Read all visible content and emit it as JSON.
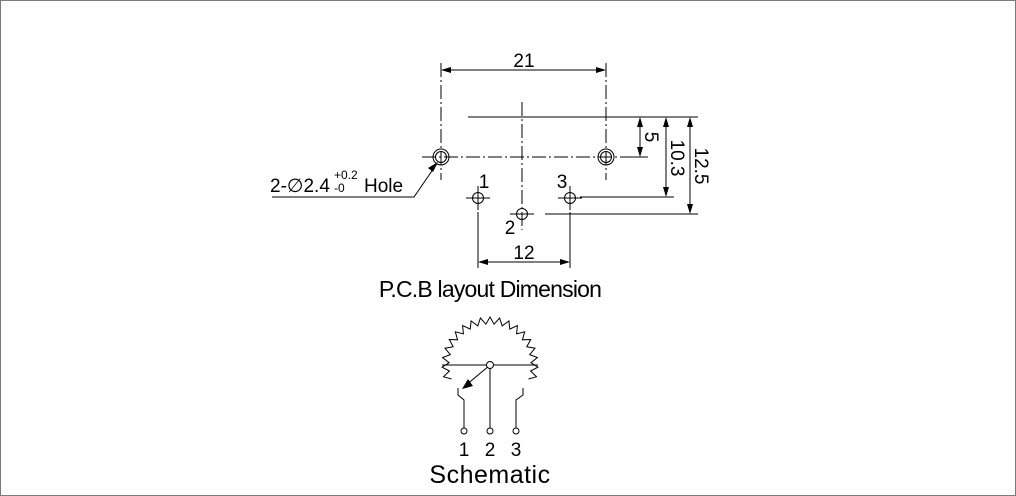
{
  "colors": {
    "ink": "#000000",
    "border": "#7a7a7a",
    "background": "#ffffff"
  },
  "pcb": {
    "title": "P.C.B layout Dimension",
    "dims": {
      "width": "21",
      "pin_spacing": "12",
      "v1": "5",
      "v2": "10.3",
      "v3": "12.5"
    },
    "hole": {
      "prefix": "2-",
      "symbol": "∅",
      "value": "2.4",
      "tol_upper": "+0.2",
      "tol_lower": "-0",
      "suffix": "Hole"
    },
    "pins": [
      "1",
      "2",
      "3"
    ]
  },
  "schematic": {
    "title": "Schematic",
    "pins": [
      "1",
      "2",
      "3"
    ]
  }
}
